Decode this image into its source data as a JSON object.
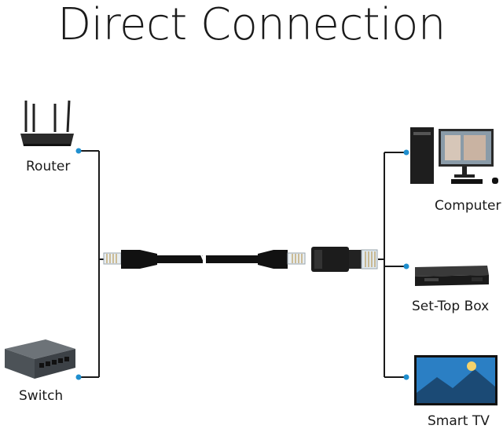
{
  "title": "Direct Connection",
  "devices": {
    "left": [
      {
        "label": "Router",
        "icon": "router-icon"
      },
      {
        "label": "Switch",
        "icon": "switch-icon"
      }
    ],
    "right": [
      {
        "label": "Computer",
        "icon": "computer-icon"
      },
      {
        "label": "Set-Top Box",
        "icon": "set-top-box-icon"
      },
      {
        "label": "Smart TV",
        "icon": "smart-tv-icon"
      }
    ]
  },
  "colors": {
    "connector_dot": "#1f8fcf",
    "line": "#1a1a1a",
    "cable": "#111111"
  }
}
